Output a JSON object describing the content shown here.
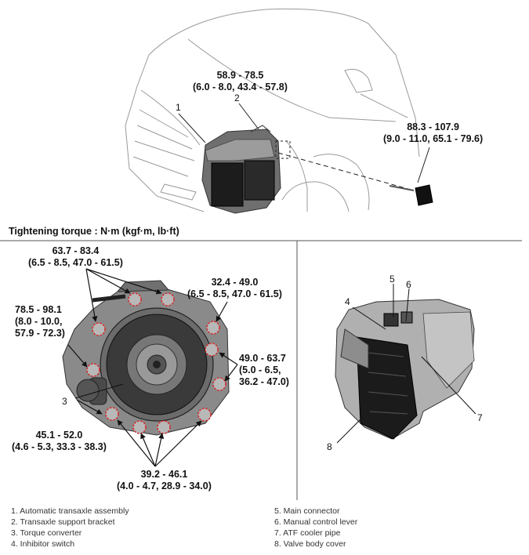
{
  "top_torques": [
    {
      "value": "58.9 - 78.5",
      "detail": "(6.0 - 8.0, 43.4 - 57.8)"
    },
    {
      "value": "88.3 - 107.9",
      "detail": "(9.0 - 11.0, 65.1 - 79.6)"
    }
  ],
  "top_callouts": [
    "1",
    "2"
  ],
  "heading": "Tightening torque : N·m (kgf·m, lb·ft)",
  "left_torques": {
    "t1": {
      "value": "63.7 - 83.4",
      "detail": "(6.5 - 8.5, 47.0 - 61.5)"
    },
    "t2": {
      "value": "32.4 - 49.0",
      "detail": "(6.5 - 8.5, 47.0 - 61.5)"
    },
    "t3": {
      "lines": [
        "78.5 - 98.1",
        "(8.0 - 10.0,",
        "57.9 - 72.3)"
      ]
    },
    "t4": {
      "lines": [
        "49.0 - 63.7",
        "(5.0 - 6.5,",
        "36.2 - 47.0)"
      ]
    },
    "t5": {
      "value": "45.1 - 52.0",
      "detail": "(4.6 - 5.3, 33.3 - 38.3)"
    },
    "t6": {
      "value": "39.2 - 46.1",
      "detail": "(4.0 - 4.7, 28.9 - 34.0)"
    }
  },
  "left_callouts": [
    "3"
  ],
  "right_callouts": [
    "4",
    "5",
    "6",
    "7",
    "8"
  ],
  "legend_left": [
    "1. Automatic transaxle assembly",
    "2. Transaxle support bracket",
    "3. Torque converter",
    "4. Inhibitor switch"
  ],
  "legend_right": [
    "5. Main connector",
    "6. Manual control lever",
    "7. ATF cooler pipe",
    "8. Valve body cover"
  ]
}
